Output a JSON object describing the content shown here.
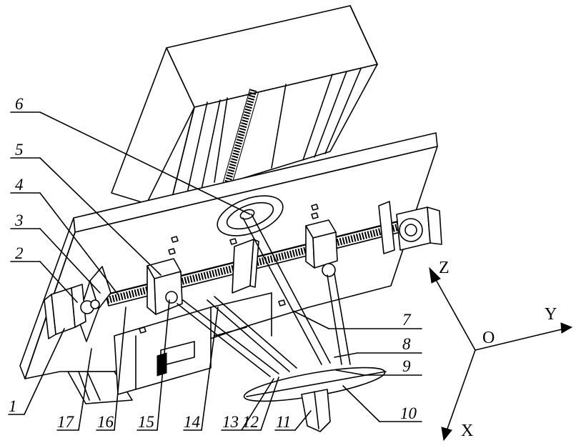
{
  "parts": [
    {
      "number": "1"
    },
    {
      "number": "2"
    },
    {
      "number": "3"
    },
    {
      "number": "4"
    },
    {
      "number": "5"
    },
    {
      "number": "6"
    },
    {
      "number": "7"
    },
    {
      "number": "8"
    },
    {
      "number": "9"
    },
    {
      "number": "10"
    },
    {
      "number": "11"
    },
    {
      "number": "12"
    },
    {
      "number": "13"
    },
    {
      "number": "14"
    },
    {
      "number": "15"
    },
    {
      "number": "16"
    },
    {
      "number": "17"
    }
  ],
  "axes": {
    "z": "Z",
    "y": "Y",
    "x": "X",
    "origin": "O"
  },
  "colors": {
    "line": "#000000",
    "background": "#ffffff"
  }
}
